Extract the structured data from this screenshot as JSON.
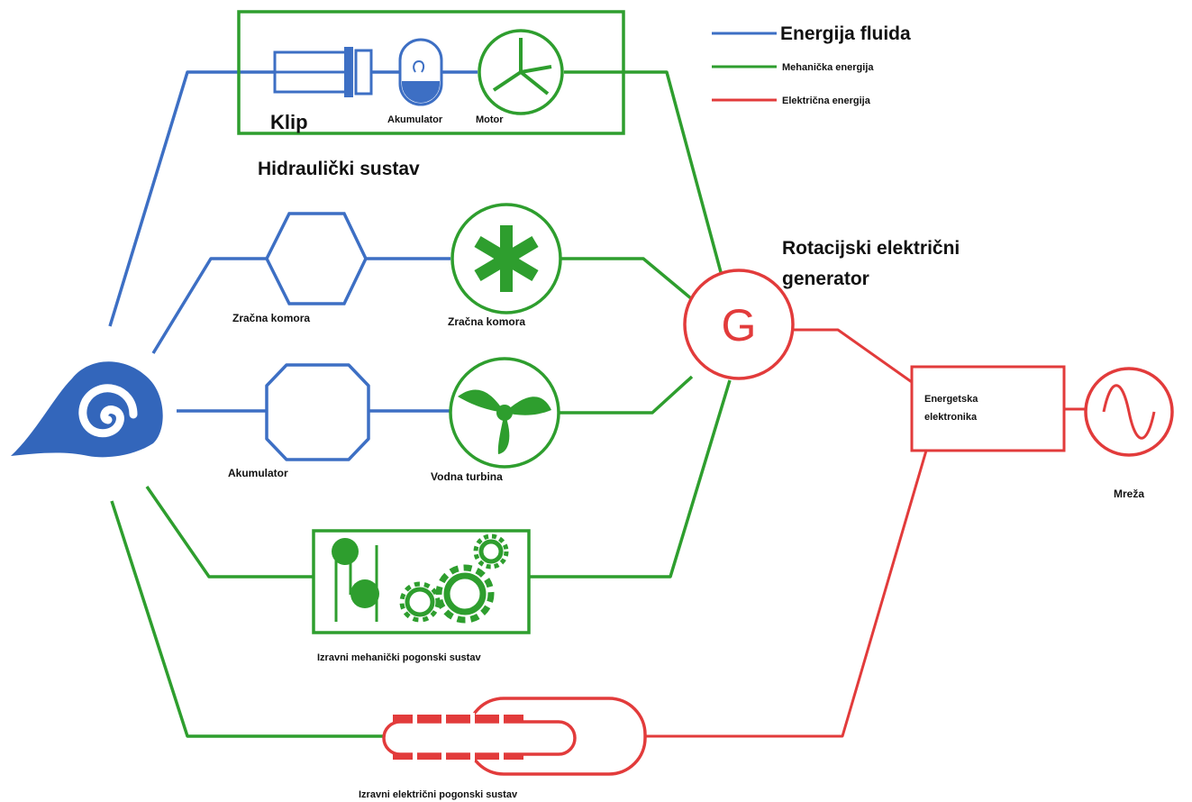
{
  "colors": {
    "fluid": "#3d6fc4",
    "mechanical": "#2e9e2e",
    "electrical": "#e23b3b",
    "wave": "#3366bb"
  },
  "legend": {
    "fluid": "Energija fluida",
    "mechanical": "Mehanička energija",
    "electrical": "Električna energija"
  },
  "labels": {
    "klip": "Klip",
    "akumulator_top": "Akumulator",
    "motor": "Motor",
    "hydraulic_system": "Hidraulički sustav",
    "air_chamber_1": "Zračna komora",
    "air_chamber_2": "Zračna komora",
    "accumulator_mid": "Akumulator",
    "water_turbine": "Vodna turbina",
    "generator_title_1": "Rotacijski električni",
    "generator_title_2": "generator",
    "generator_symbol": "G",
    "power_electronics_1": "Energetska",
    "power_electronics_2": "elektronika",
    "grid": "Mreža",
    "direct_mech": "Izravni mehanički pogonski sustav",
    "direct_elec": "Izravni električni pogonski sustav"
  }
}
